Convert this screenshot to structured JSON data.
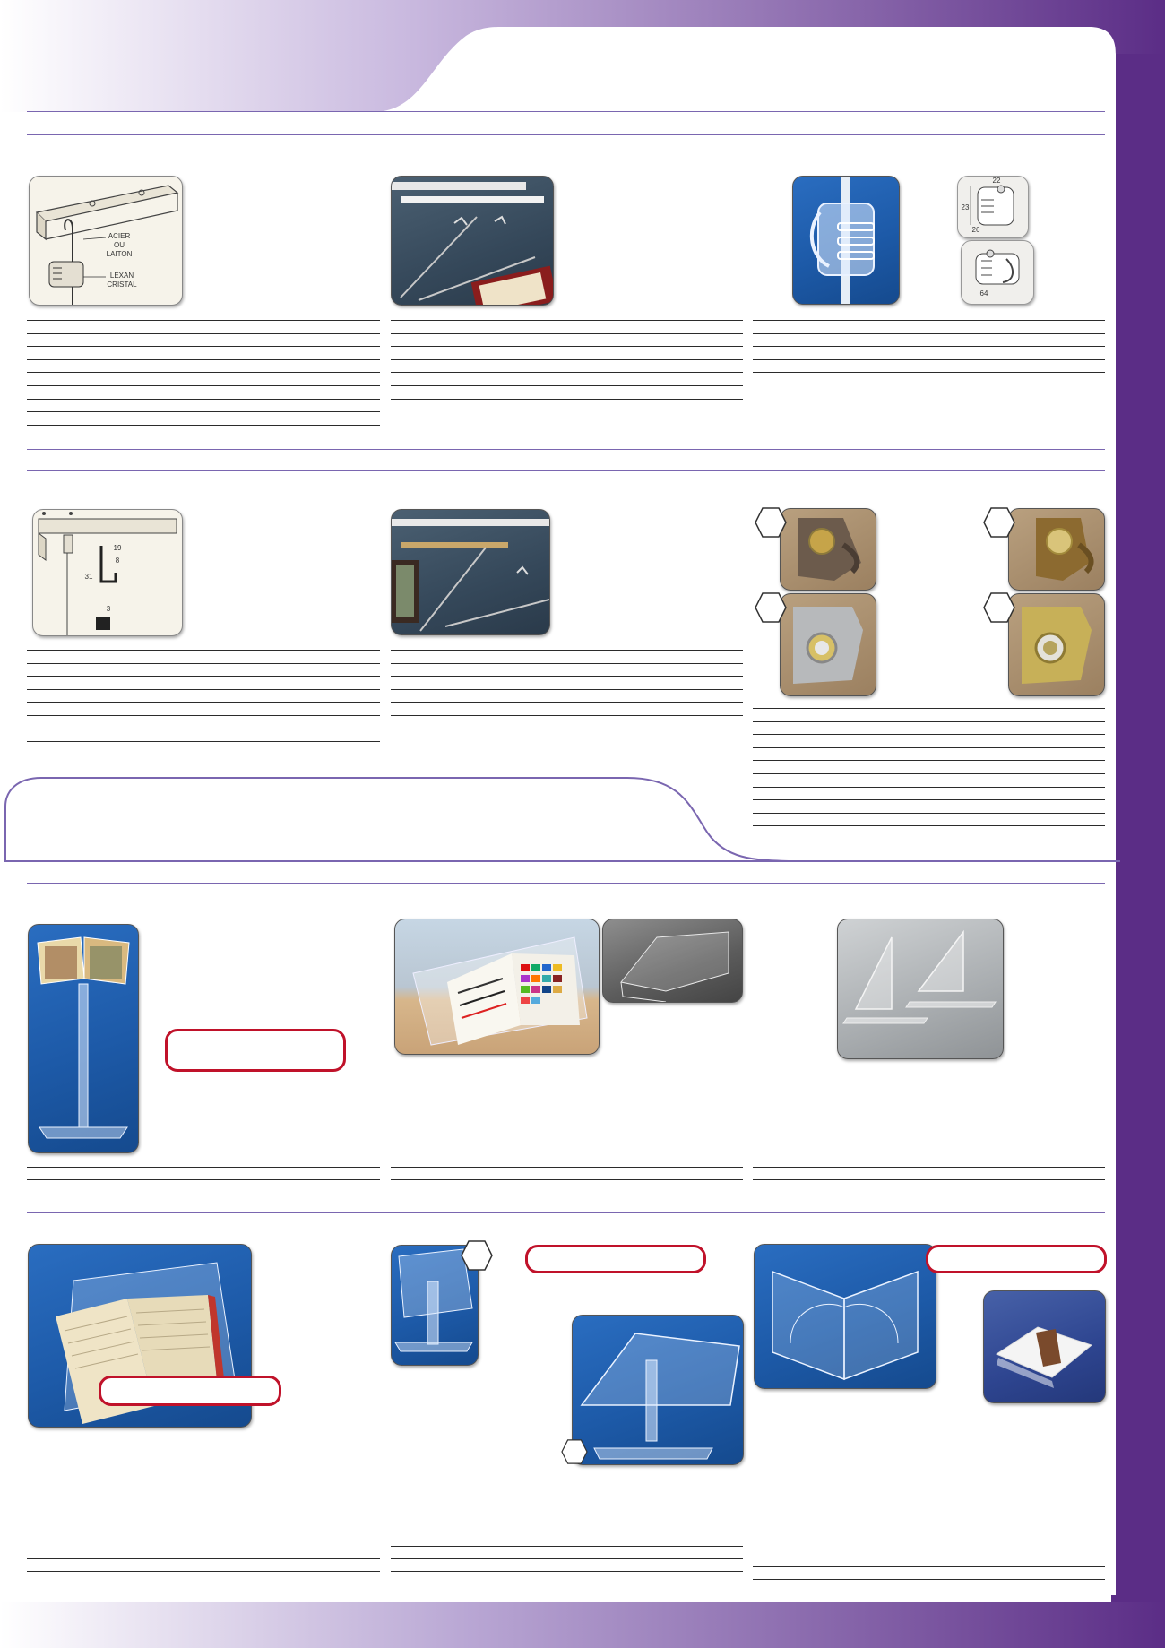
{
  "colors": {
    "band": "#5b2d86",
    "rule": "#2b2b2b",
    "section_rule": "#7a66b0",
    "badge_border": "#c0122a",
    "photo_blue": "#1d5aa8"
  },
  "diagrams": {
    "rail_hook": {
      "material_top": "ACIER",
      "material_mid": "OU",
      "material_bot": "LAITON",
      "hook_top": "LEXAN",
      "hook_bot": "CRISTAL"
    },
    "hook_dims": {
      "top_a": "22",
      "top_b": "23",
      "top_c": "26",
      "bottom": "64"
    },
    "rail_dims": {
      "w1": "19",
      "w2": "8",
      "h": "31",
      "d": "3"
    }
  },
  "icons": {
    "hexagon": "hexagon-badge-icon"
  }
}
